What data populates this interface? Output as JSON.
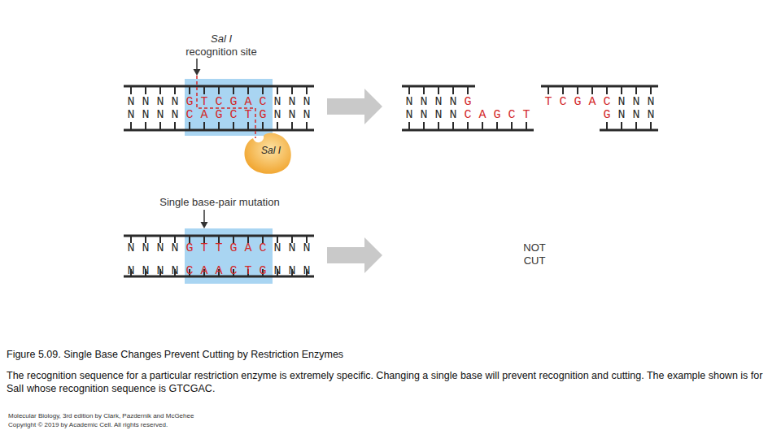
{
  "diagram": {
    "title": "Figure 5.09. Single Base Changes Prevent Cutting by Restriction Enzymes",
    "caption": "The recognition sequence for a particular restriction enzyme is extremely specific. Changing a single base will prevent recognition and cutting. The example shown is for SalI whose recognition sequence is GTCGAC.",
    "nodes": [
      {
        "text": [
          "Sal I"
        ]
      }
    ],
    "labels": [
      "Sal I",
      "recognition site",
      "N N N N",
      "G T C G A C",
      "N N N",
      "N N N N",
      "C A G C T G",
      "N N N",
      "N N N N",
      "G",
      "N N N N",
      "C A G C T",
      "T C G A C",
      "N N N",
      "G",
      "N N N",
      "Single base-pair mutation",
      "N N N N",
      "G T T G A C",
      "N N N",
      "N N N N",
      "C A A C T G",
      "N N N",
      "NOT CUT",
      "Molecular Biology, 3rd edition by Clark, Pazdernik and McGehee",
      "Copyright © 2019 by Academic Cell. All rights reserved."
    ]
  }
}
